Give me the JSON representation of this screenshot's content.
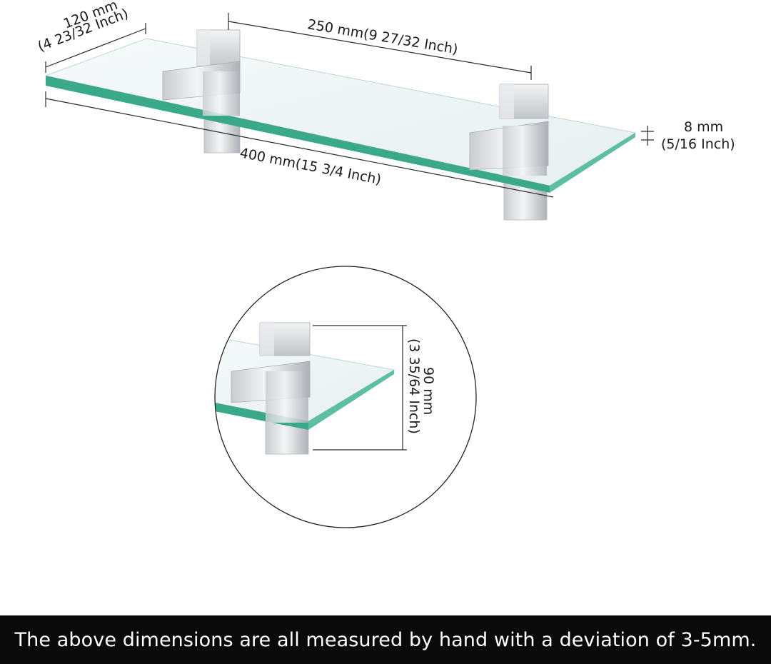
{
  "dimensions": {
    "depth": {
      "mm": "120 mm",
      "inch": "(4 23/32 Inch)"
    },
    "bracket_spacing": {
      "label": "250 mm(9 27/32 Inch)"
    },
    "length": {
      "label": "400 mm(15 3/4 Inch)"
    },
    "thickness": {
      "mm": "8 mm",
      "inch": "(5/16 Inch)"
    },
    "bracket_height": {
      "mm": "90 mm",
      "inch": "(3 35/64 Inch)"
    }
  },
  "footer": {
    "note": "The above dimensions are all measured by hand with a deviation of 3-5mm."
  },
  "colors": {
    "glass_edge": "#3aa98a",
    "glass_top": "#eef5f6",
    "chrome": "#d6d9dc",
    "footer_bg": "#0a0a0a"
  }
}
